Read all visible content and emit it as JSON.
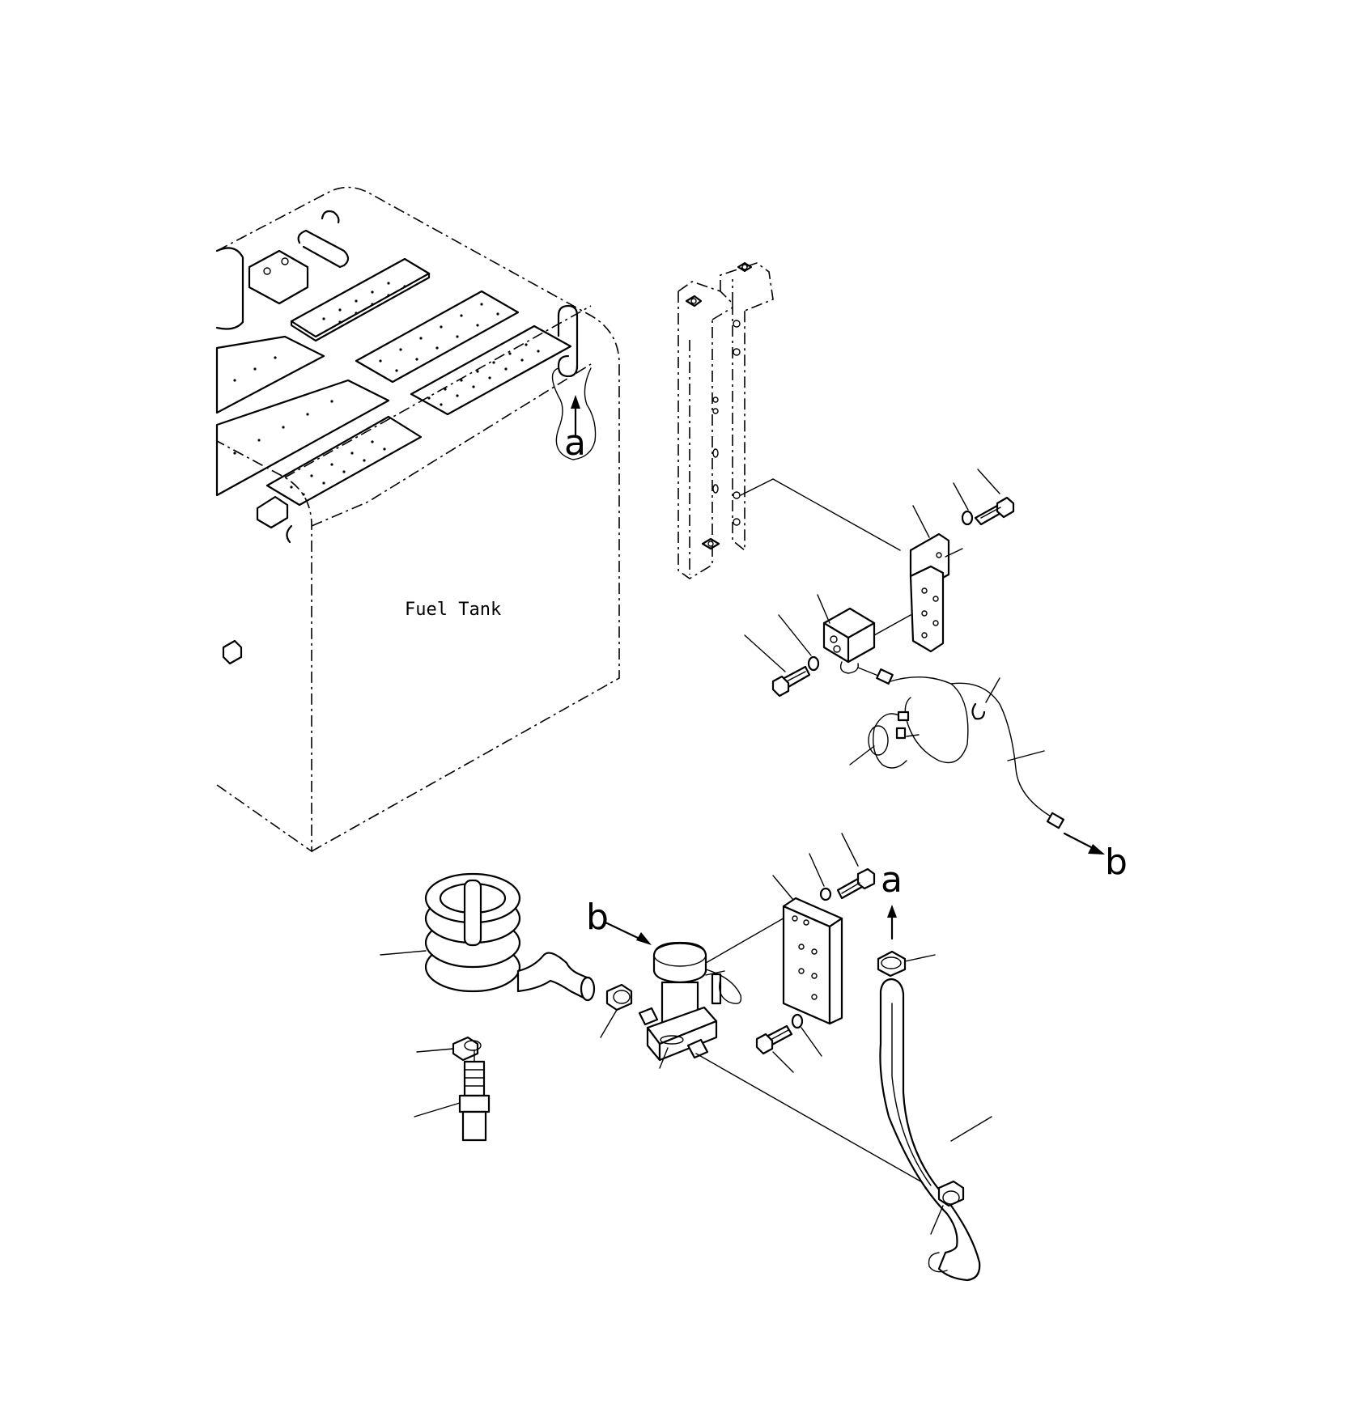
{
  "labels": {
    "fuel_tank": "Fuel Tank",
    "ref_a_tank": "a",
    "ref_b_harness": "b",
    "ref_b_pump": "b",
    "ref_a_hose": "a"
  }
}
